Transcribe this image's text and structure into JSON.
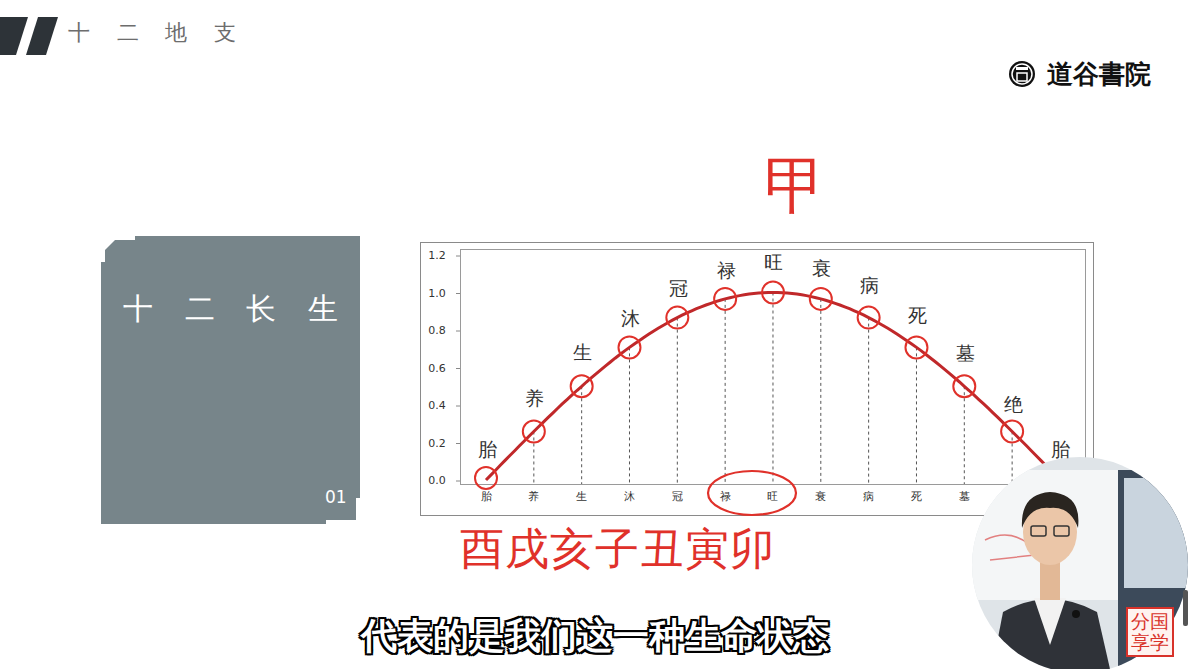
{
  "diagram": {
    "nodes": [
      {
        "text": [
          "十 二 长 生",
          "01"
        ]
      },
      {
        "text": [
          "分国享学"
        ]
      }
    ],
    "labels": [
      "十 二 地 支",
      "道谷書院",
      "甲",
      "1.2",
      "1.0",
      "0.8",
      "0.6",
      "0.4",
      "0.2",
      "0.0",
      "胎",
      "养",
      "生",
      "沐",
      "冠",
      "禄",
      "旺",
      "衰",
      "病",
      "死",
      "墓",
      "绝",
      "胎",
      "胎",
      "养",
      "生",
      "沐",
      "冠",
      "禄",
      "旺",
      "衰",
      "病",
      "死",
      "墓",
      "酉戌亥子丑寅卯",
      "代表的是我们这一种生命状态"
    ]
  }
}
